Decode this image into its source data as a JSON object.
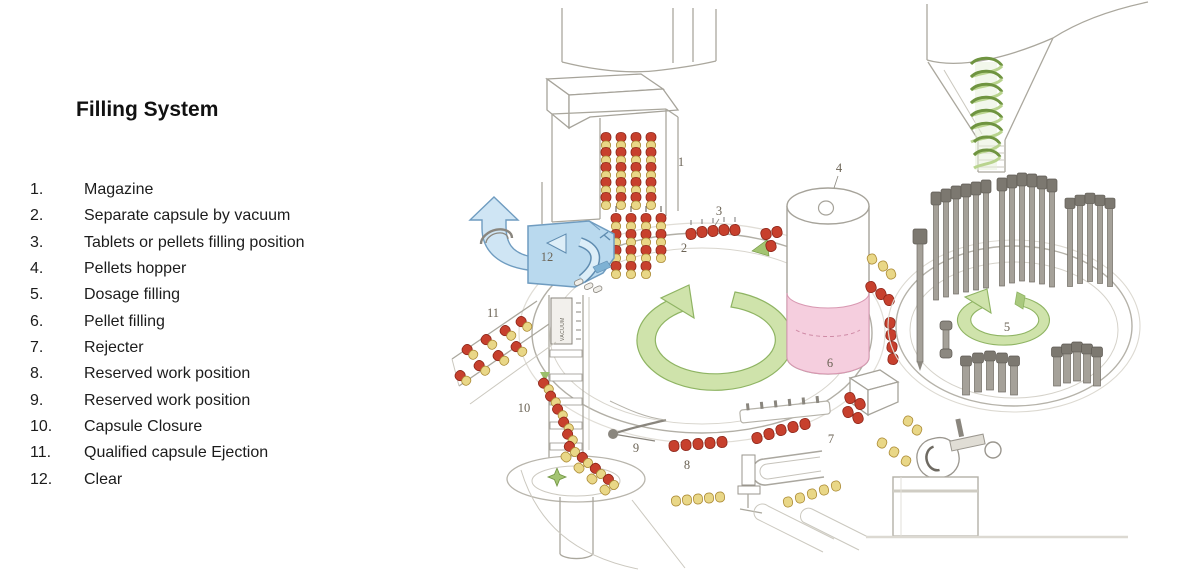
{
  "page": {
    "background": "#ffffff"
  },
  "heading": {
    "title": "Filling System"
  },
  "legend": {
    "items": [
      {
        "num": "1.",
        "label": "Magazine"
      },
      {
        "num": "2.",
        "label": "Separate capsule by vacuum"
      },
      {
        "num": "3.",
        "label": "Tablets or pellets filling position"
      },
      {
        "num": "4.",
        "label": "Pellets hopper"
      },
      {
        "num": "5.",
        "label": "Dosage filling"
      },
      {
        "num": "6.",
        "label": "Pellet filling"
      },
      {
        "num": "7.",
        "label": "Rejecter"
      },
      {
        "num": "8.",
        "label": "Reserved work position"
      },
      {
        "num": "9.",
        "label": "Reserved work position"
      },
      {
        "num": "10.",
        "label": "Capsule Closure"
      },
      {
        "num": "11.",
        "label": "Qualified capsule Ejection"
      },
      {
        "num": "12.",
        "label": "Clear"
      }
    ]
  },
  "diagram": {
    "vacuum_label": "VACUUM",
    "callouts": [
      {
        "n": "1"
      },
      {
        "n": "2"
      },
      {
        "n": "3"
      },
      {
        "n": "4"
      },
      {
        "n": "5"
      },
      {
        "n": "6"
      },
      {
        "n": "7"
      },
      {
        "n": "8"
      },
      {
        "n": "9"
      },
      {
        "n": "10"
      },
      {
        "n": "11"
      },
      {
        "n": "12"
      }
    ],
    "colors": {
      "capsule_red": "#c7402d",
      "capsule_yellow": "#e9d787",
      "unit_blue": "#b9d9ee",
      "arrow_green": "#cfe3ab",
      "hopper_pink": "#f5cede",
      "auger_green": "#6f9440",
      "outline_gray": "#a6a39a",
      "pin_gray": "#8c8880"
    }
  }
}
